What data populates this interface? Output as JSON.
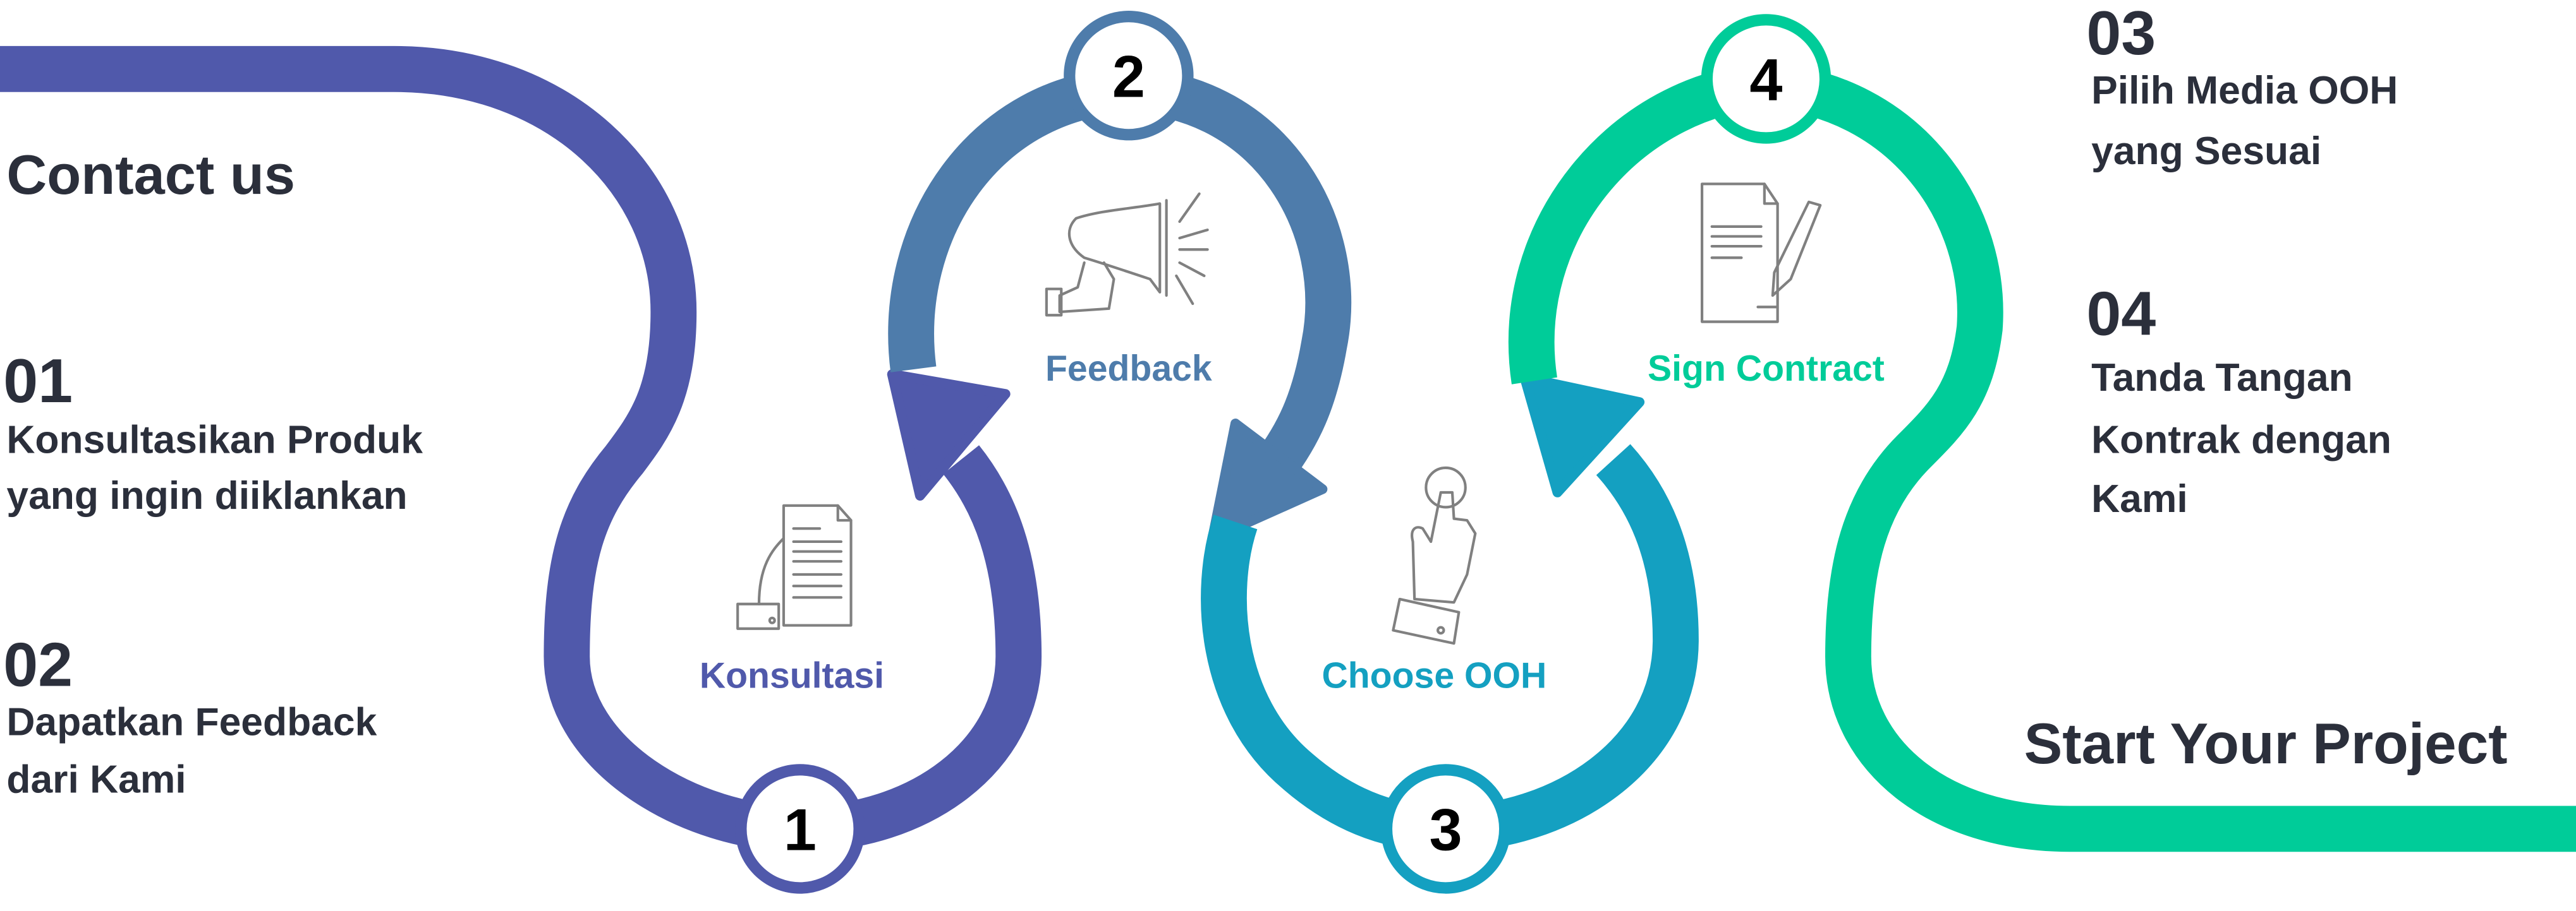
{
  "colors": {
    "step1": "#5059ab",
    "step2": "#4e7cab",
    "step3": "#14a0c1",
    "step4": "#00cc99",
    "text": "#2b2f3b"
  },
  "left": {
    "heading": "Contact us",
    "items": [
      {
        "number": "01",
        "line1": "Konsultasikan Produk",
        "line2": "yang ingin diiklankan"
      },
      {
        "number": "02",
        "line1": "Dapatkan Feedback",
        "line2": "dari Kami"
      }
    ]
  },
  "right": {
    "items": [
      {
        "number": "03",
        "line1": "Pilih Media OOH",
        "line2": "yang Sesuai"
      },
      {
        "number": "04",
        "line1": "Tanda Tangan",
        "line2": "Kontrak dengan",
        "line3": "Kami"
      }
    ],
    "footer": "Start Your Project"
  },
  "steps": [
    {
      "number": "1",
      "label": "Konsultasi",
      "icon": "document-hand-icon"
    },
    {
      "number": "2",
      "label": "Feedback",
      "icon": "megaphone-icon"
    },
    {
      "number": "3",
      "label": "Choose OOH",
      "icon": "pointing-hand-icon"
    },
    {
      "number": "4",
      "label": "Sign Contract",
      "icon": "contract-pen-icon"
    }
  ]
}
